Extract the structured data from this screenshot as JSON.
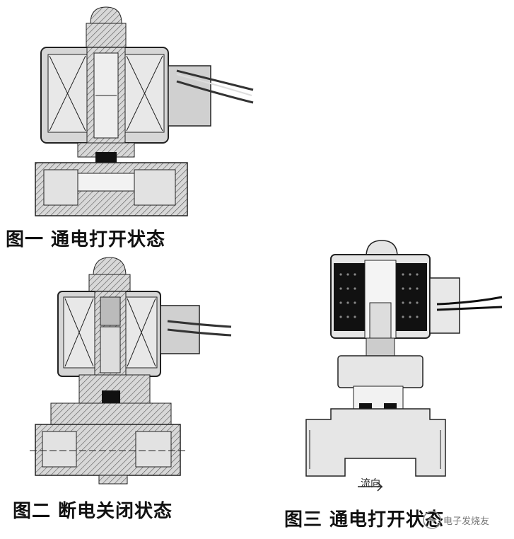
{
  "figures": [
    {
      "caption": "图一 通电打开状态"
    },
    {
      "caption": "图二 断电关闭状态"
    },
    {
      "caption": "图三  通电打开状态"
    }
  ],
  "flow_label": "流向",
  "watermark": "电子发烧友",
  "colors": {
    "metal": "#d4d4d4",
    "line": "#222222",
    "coil": "#111111",
    "body3": "#e6e6e6"
  }
}
